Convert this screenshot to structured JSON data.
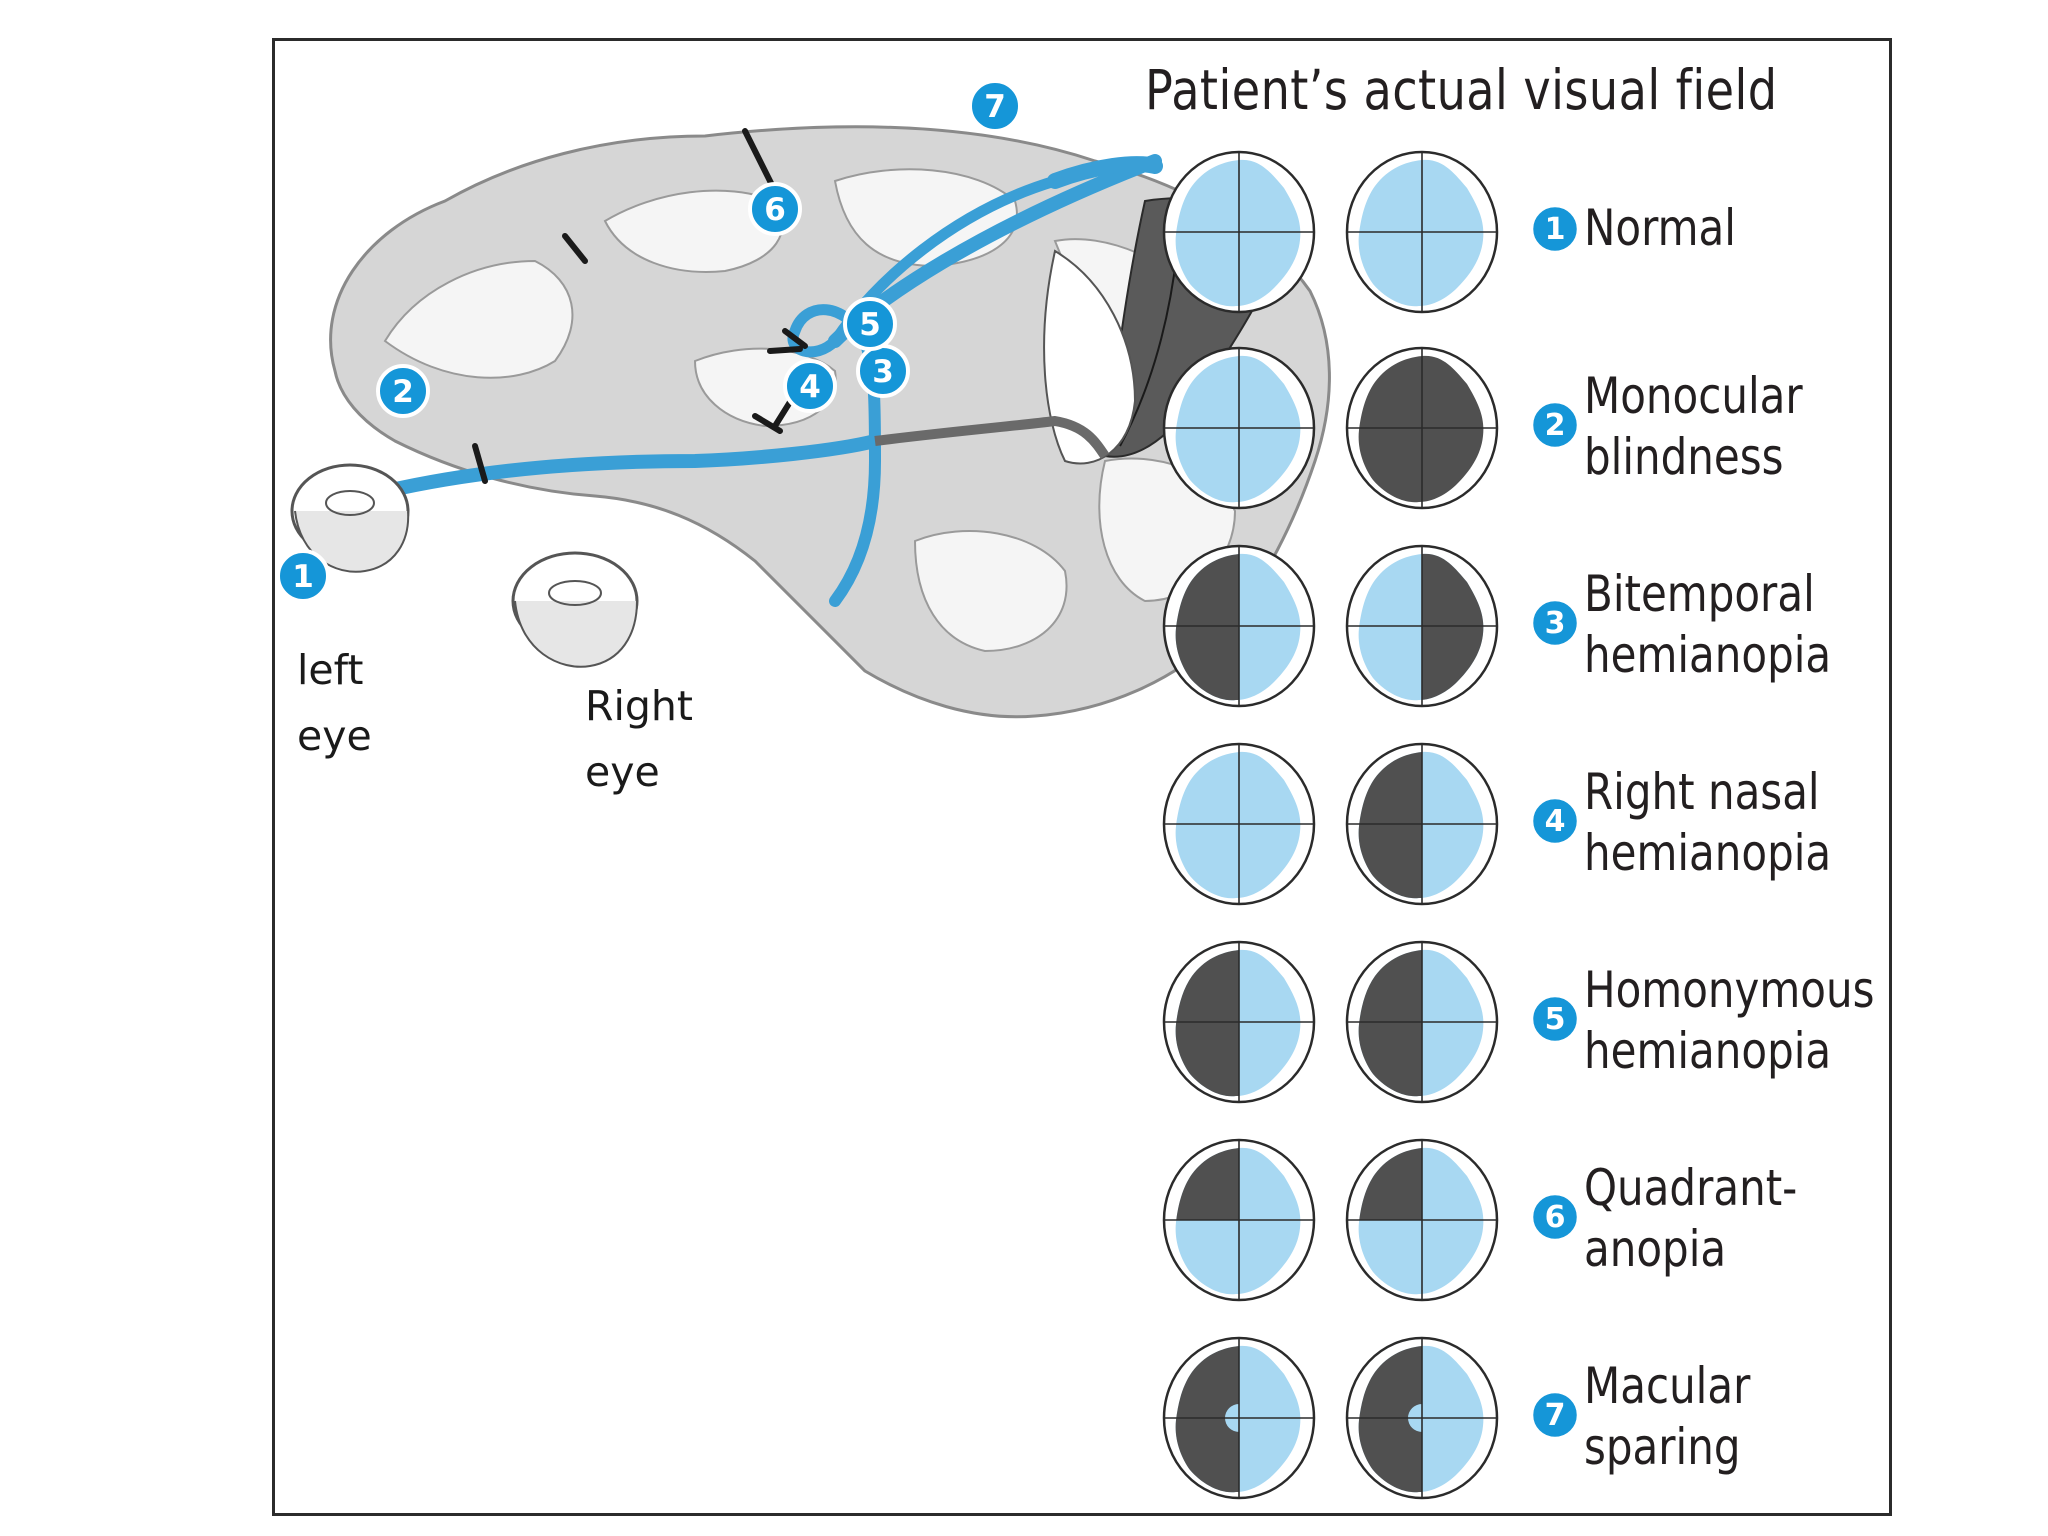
{
  "panel": {
    "title": "Patient’s actual visual field"
  },
  "eye_labels": {
    "left": [
      "left",
      "eye"
    ],
    "right": [
      "Right",
      "eye"
    ]
  },
  "brain_markers": [
    "1",
    "2",
    "3",
    "4",
    "5",
    "6",
    "7"
  ],
  "colors": {
    "pathway_blue": "#3a9fd6",
    "badge_blue": "#1596d8",
    "field_light": "#a8d8f2",
    "field_dark": "#505050",
    "brain_gray": "#d6d6d6",
    "brain_white": "#f5f5f5",
    "outline": "#2b2b2b"
  },
  "conditions": [
    {
      "number": "1",
      "lines": [
        "Normal"
      ],
      "left_field": "normal",
      "right_field": "normal"
    },
    {
      "number": "2",
      "lines": [
        "Monocular",
        "blindness"
      ],
      "left_field": "normal",
      "right_field": "blind"
    },
    {
      "number": "3",
      "lines": [
        "Bitemporal",
        "hemianopia"
      ],
      "left_field": "left-half-lost",
      "right_field": "right-half-lost"
    },
    {
      "number": "4",
      "lines": [
        "Right nasal",
        "hemianopia"
      ],
      "left_field": "normal",
      "right_field": "left-half-lost"
    },
    {
      "number": "5",
      "lines": [
        "Homonymous",
        "hemianopia"
      ],
      "left_field": "left-half-lost",
      "right_field": "left-half-lost"
    },
    {
      "number": "6",
      "lines": [
        "Quadrant-",
        "anopia"
      ],
      "left_field": "upper-left-lost",
      "right_field": "upper-left-lost"
    },
    {
      "number": "7",
      "lines": [
        "Macular",
        "sparing"
      ],
      "left_field": "left-half-lost-macula-spared",
      "right_field": "left-half-lost-macula-spared"
    }
  ]
}
